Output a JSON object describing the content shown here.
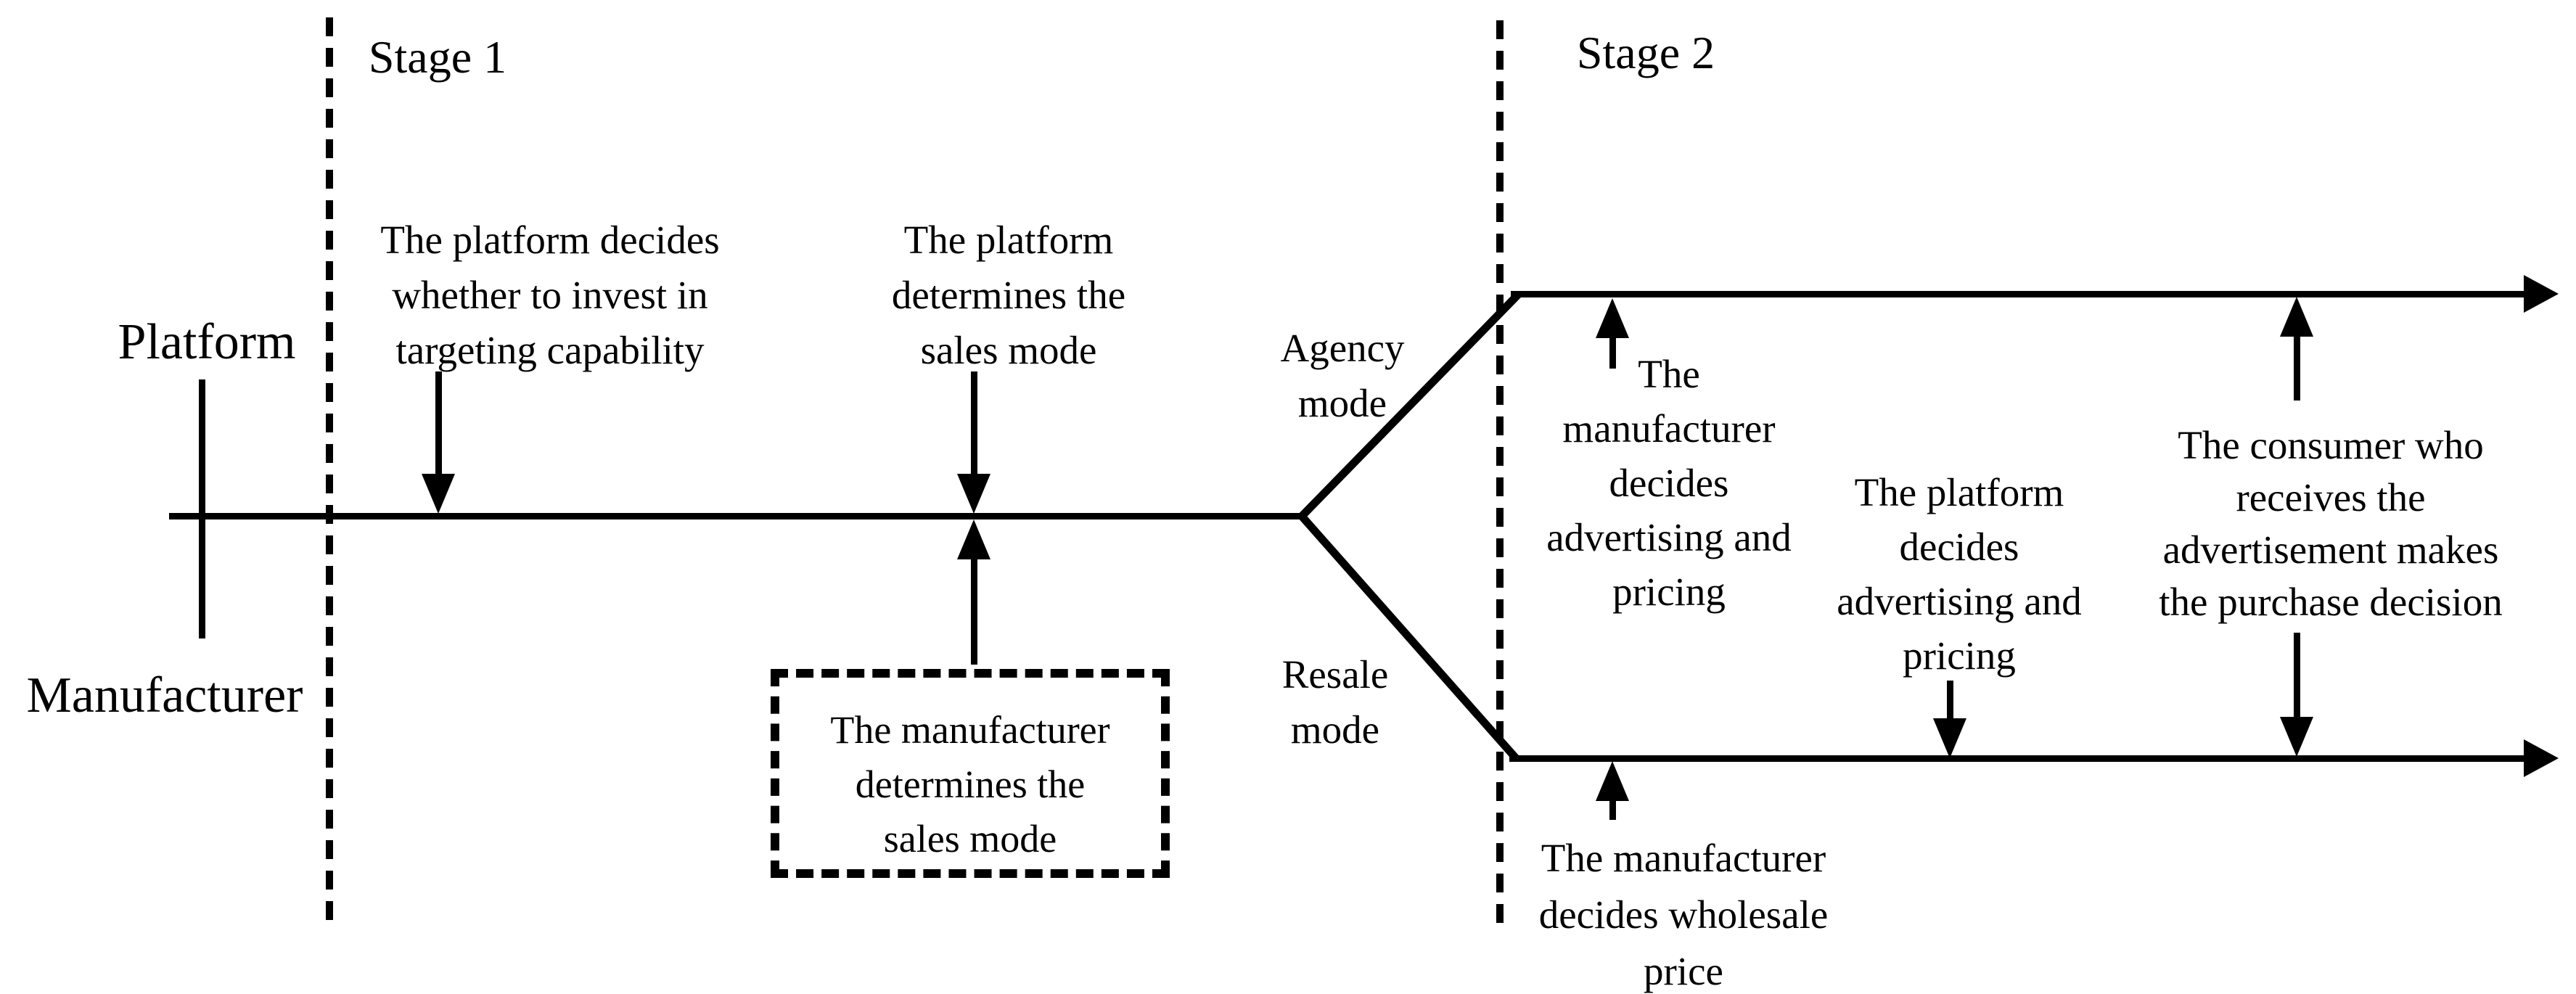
{
  "diagram": {
    "title_context": "Two-stage decision timeline",
    "colors": {
      "ink": "#000000",
      "background": "#ffffff"
    },
    "stages": {
      "stage1": "Stage 1",
      "stage2": "Stage 2"
    },
    "actors": {
      "platform": "Platform",
      "manufacturer": "Manufacturer"
    },
    "modes": {
      "agency": [
        "Agency",
        "mode"
      ],
      "resale": [
        "Resale",
        "mode"
      ]
    },
    "annotations": {
      "invest": [
        "The platform decides",
        "whether to invest in",
        "targeting capability"
      ],
      "platform_sales": [
        "The platform",
        "determines the",
        "sales mode"
      ],
      "manufacturer_sales": [
        "The manufacturer",
        "determines the",
        "sales mode"
      ],
      "manufacturer_adv": [
        "The",
        "manufacturer",
        "decides",
        "advertising and",
        "pricing"
      ],
      "platform_adv": [
        "The platform",
        "decides",
        "advertising and",
        "pricing"
      ],
      "consumer": [
        "The consumer who",
        "receives the",
        "advertisement makes",
        "the purchase decision"
      ],
      "wholesale": [
        "The manufacturer",
        "decides wholesale",
        "price"
      ]
    }
  }
}
